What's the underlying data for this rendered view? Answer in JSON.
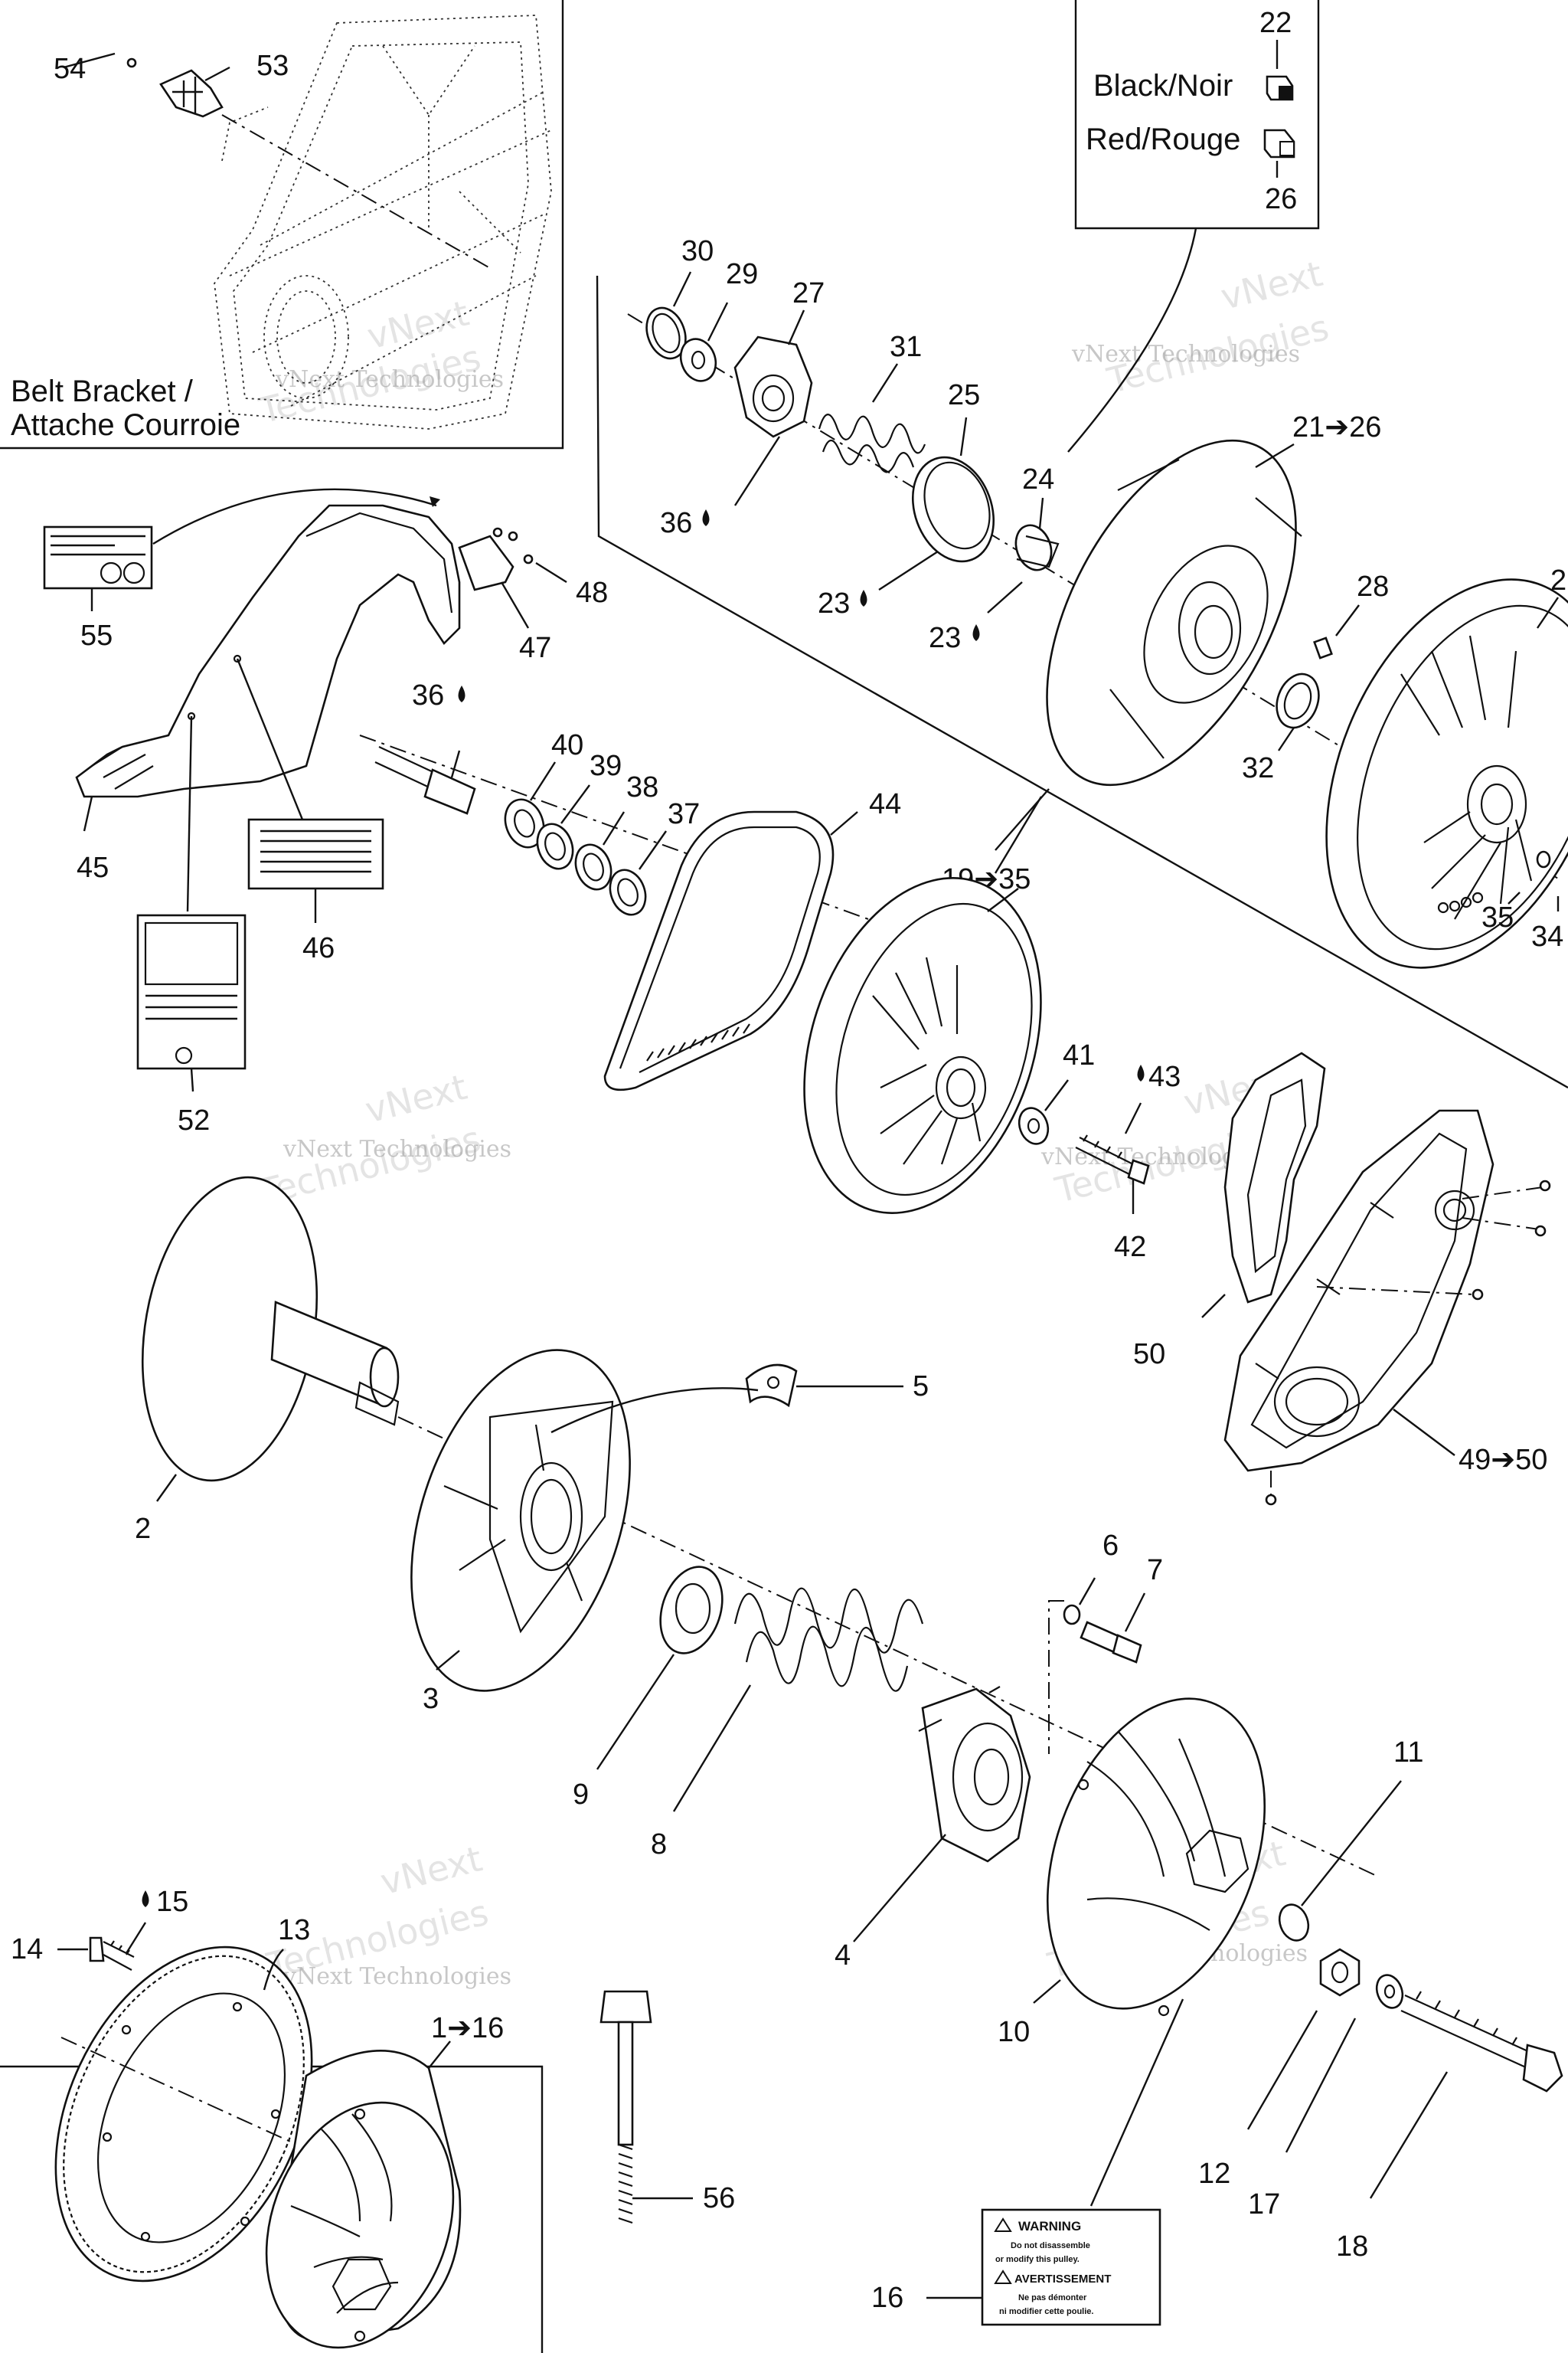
{
  "callouts": {
    "c1": "1➔16",
    "c2": "2",
    "c3": "3",
    "c4": "4",
    "c5": "5",
    "c6": "6",
    "c7": "7",
    "c8": "8",
    "c9": "9",
    "c10": "10",
    "c11": "11",
    "c12": "12",
    "c13": "13",
    "c14": "14",
    "c15": "15",
    "c16": "16",
    "c17": "17",
    "c18": "18",
    "c19": "19➔35",
    "c20": "2",
    "c21": "21➔26",
    "c22": "22",
    "c23a": "23",
    "c23b": "23",
    "c24": "24",
    "c25": "25",
    "c26": "26",
    "c27": "27",
    "c28": "28",
    "c29": "29",
    "c30": "30",
    "c31": "31",
    "c32": "32",
    "c34": "34",
    "c35": "35",
    "c36a": "36",
    "c36b": "36",
    "c37": "37",
    "c38": "38",
    "c39": "39",
    "c40": "40",
    "c41": "41",
    "c42": "42",
    "c43": "43",
    "c44": "44",
    "c45": "45",
    "c46": "46",
    "c47": "47",
    "c48": "48",
    "c49": "49➔50",
    "c50": "50",
    "c52": "52",
    "c53": "53",
    "c54": "54",
    "c55": "55",
    "c56": "56"
  },
  "inset_belt_bracket": {
    "line1": "Belt Bracket /",
    "line2": "Attache Courroie"
  },
  "inset_colors": {
    "black": "Black/Noir",
    "red": "Red/Rouge"
  },
  "decal_16": {
    "warning": "WARNING",
    "warning_text1": "Do not disassemble",
    "warning_text2": "or modify this pulley.",
    "avertissement": "AVERTISSEMENT",
    "avert_text1": "Ne pas démonter",
    "avert_text2": "ni modifier cette poulie."
  },
  "watermark": {
    "line1": "vNext",
    "line2": "Technologies",
    "combined": "vNext Technologies"
  },
  "style": {
    "ink": "#111111",
    "watermark_color": "#9a9a9a"
  }
}
